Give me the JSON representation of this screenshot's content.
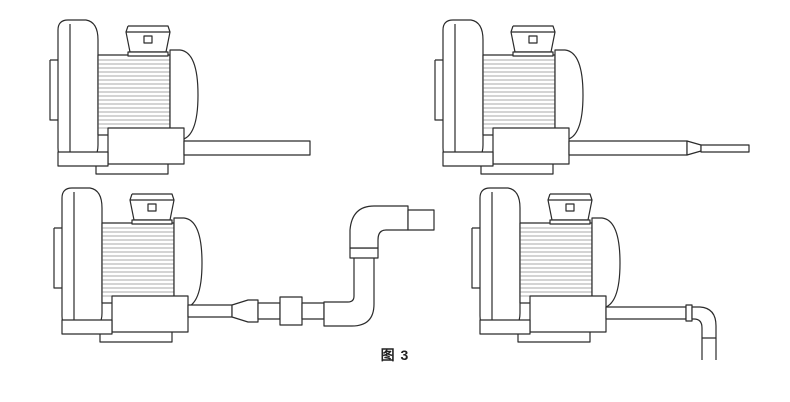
{
  "figure": {
    "caption": "图 3"
  },
  "blowers": [
    {
      "id": "top-left",
      "attachment": "straight-pipe"
    },
    {
      "id": "top-right",
      "attachment": "tapered-nozzle"
    },
    {
      "id": "bottom-left",
      "attachment": "pipe-with-reducer-coupling-and-elbow"
    },
    {
      "id": "bottom-right",
      "attachment": "pipe-with-downward-elbow"
    }
  ]
}
